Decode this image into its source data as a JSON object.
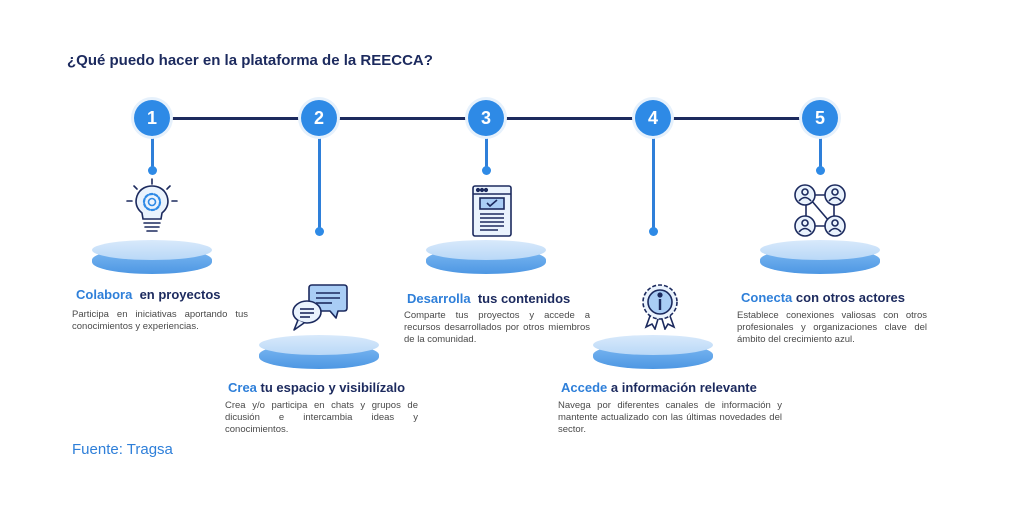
{
  "title": "¿Qué puedo hacer en la plataforma de la REECCA?",
  "source": "Fuente: Tragsa",
  "colors": {
    "navy": "#1c2a5e",
    "blue": "#2e8ae6",
    "accent_text": "#2e7fd9"
  },
  "steps": [
    {
      "number": "1",
      "icon": "lightbulb-gear-icon",
      "heading_accent": "Colabora",
      "heading_rest": "en proyectos",
      "description": "Participa en iniciativas aportando tus conocimientos y experiencias."
    },
    {
      "number": "2",
      "icon": "chat-bubbles-icon",
      "heading_accent": "Crea",
      "heading_rest": "tu espacio y visibilízalo",
      "description": "Crea y/o participa en chats y grupos de dicusión e intercambia ideas y conocimientos."
    },
    {
      "number": "3",
      "icon": "document-browser-icon",
      "heading_accent": "Desarrolla",
      "heading_rest": "tus contenidos",
      "description": "Comparte tus proyectos y accede a recursos desarrollados por otros miembros de la comunidad."
    },
    {
      "number": "4",
      "icon": "info-badge-icon",
      "heading_accent": "Accede",
      "heading_rest": "a información relevante",
      "description": "Navega por diferentes canales de información y mantente actualizado con las últimas novedades del sector."
    },
    {
      "number": "5",
      "icon": "network-users-icon",
      "heading_accent": "Conecta",
      "heading_rest": "con otros actores",
      "description": "Establece conexiones valiosas con otros profesionales y organizaciones clave del ámbito del crecimiento azul."
    }
  ]
}
